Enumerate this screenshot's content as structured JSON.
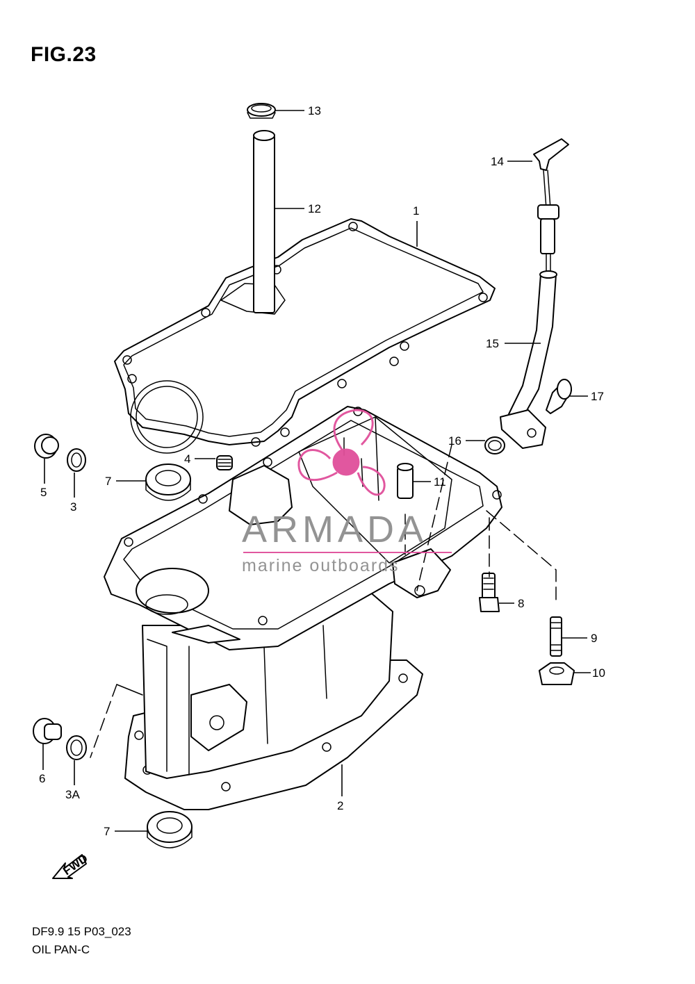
{
  "figure": {
    "title": "FIG.23",
    "caption_model": "DF9.9 15 P03_023",
    "caption_name": "OIL PAN-C"
  },
  "callouts": [
    {
      "id": "c1",
      "label": "1"
    },
    {
      "id": "c2",
      "label": "2"
    },
    {
      "id": "c3",
      "label": "3"
    },
    {
      "id": "c3a",
      "label": "3A"
    },
    {
      "id": "c4",
      "label": "4"
    },
    {
      "id": "c5",
      "label": "5"
    },
    {
      "id": "c6",
      "label": "6"
    },
    {
      "id": "c7a",
      "label": "7"
    },
    {
      "id": "c7b",
      "label": "7"
    },
    {
      "id": "c8",
      "label": "8"
    },
    {
      "id": "c9",
      "label": "9"
    },
    {
      "id": "c10",
      "label": "10"
    },
    {
      "id": "c11",
      "label": "11"
    },
    {
      "id": "c12",
      "label": "12"
    },
    {
      "id": "c13",
      "label": "13"
    },
    {
      "id": "c14",
      "label": "14"
    },
    {
      "id": "c15",
      "label": "15"
    },
    {
      "id": "c16",
      "label": "16"
    },
    {
      "id": "c17",
      "label": "17"
    }
  ],
  "fwd_arrow": {
    "label": "FWD"
  },
  "watermark": {
    "brand": "ARMADA",
    "tagline": "marine outboards",
    "logo_color": "#e04f9a",
    "text_color": "#8e8e8e"
  }
}
